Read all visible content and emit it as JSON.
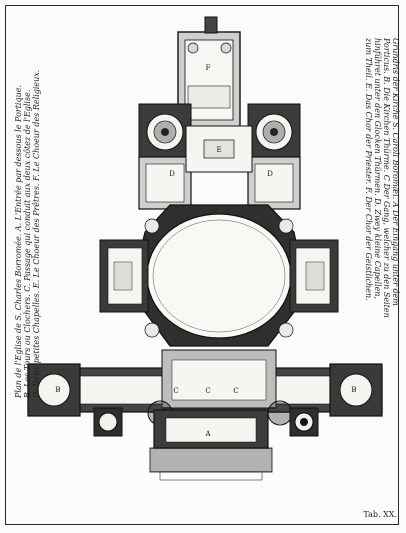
{
  "caption": {
    "de": [
      "Grundris der Kirche S. Caroli Boromæi. A Der Eingang unter dem",
      "Porticus. B. Die Kirchen Thürme. C Der Gang, welcher zu den Seiten",
      "hinführet unter den Glocken Thürmen. D. Zwey kleine Capellen,",
      "zum Theil. E. Das Chor der Priester. F. Der Chor der Geistlichen."
    ],
    "fr": [
      "Plan de l'Eglise de S. Charles Borromée. A. L'Entrée par dessous le Portique.",
      "B. Les Tours ou Clochers. C. Passage qui conduit aux deux côtez de l'Eglise.",
      "D. Deux petites Chapelles. E. Le Choeur des Prêtres. F. Le Choeur des Religieux."
    ]
  },
  "labels": {
    "A": "A",
    "B_left": "B",
    "B_right": "B",
    "C_left": "C",
    "C_mid": "C",
    "C_right": "C",
    "D_left": "D",
    "D_right": "D",
    "E": "E",
    "F": "F"
  },
  "plate_number": "Tab. XX."
}
